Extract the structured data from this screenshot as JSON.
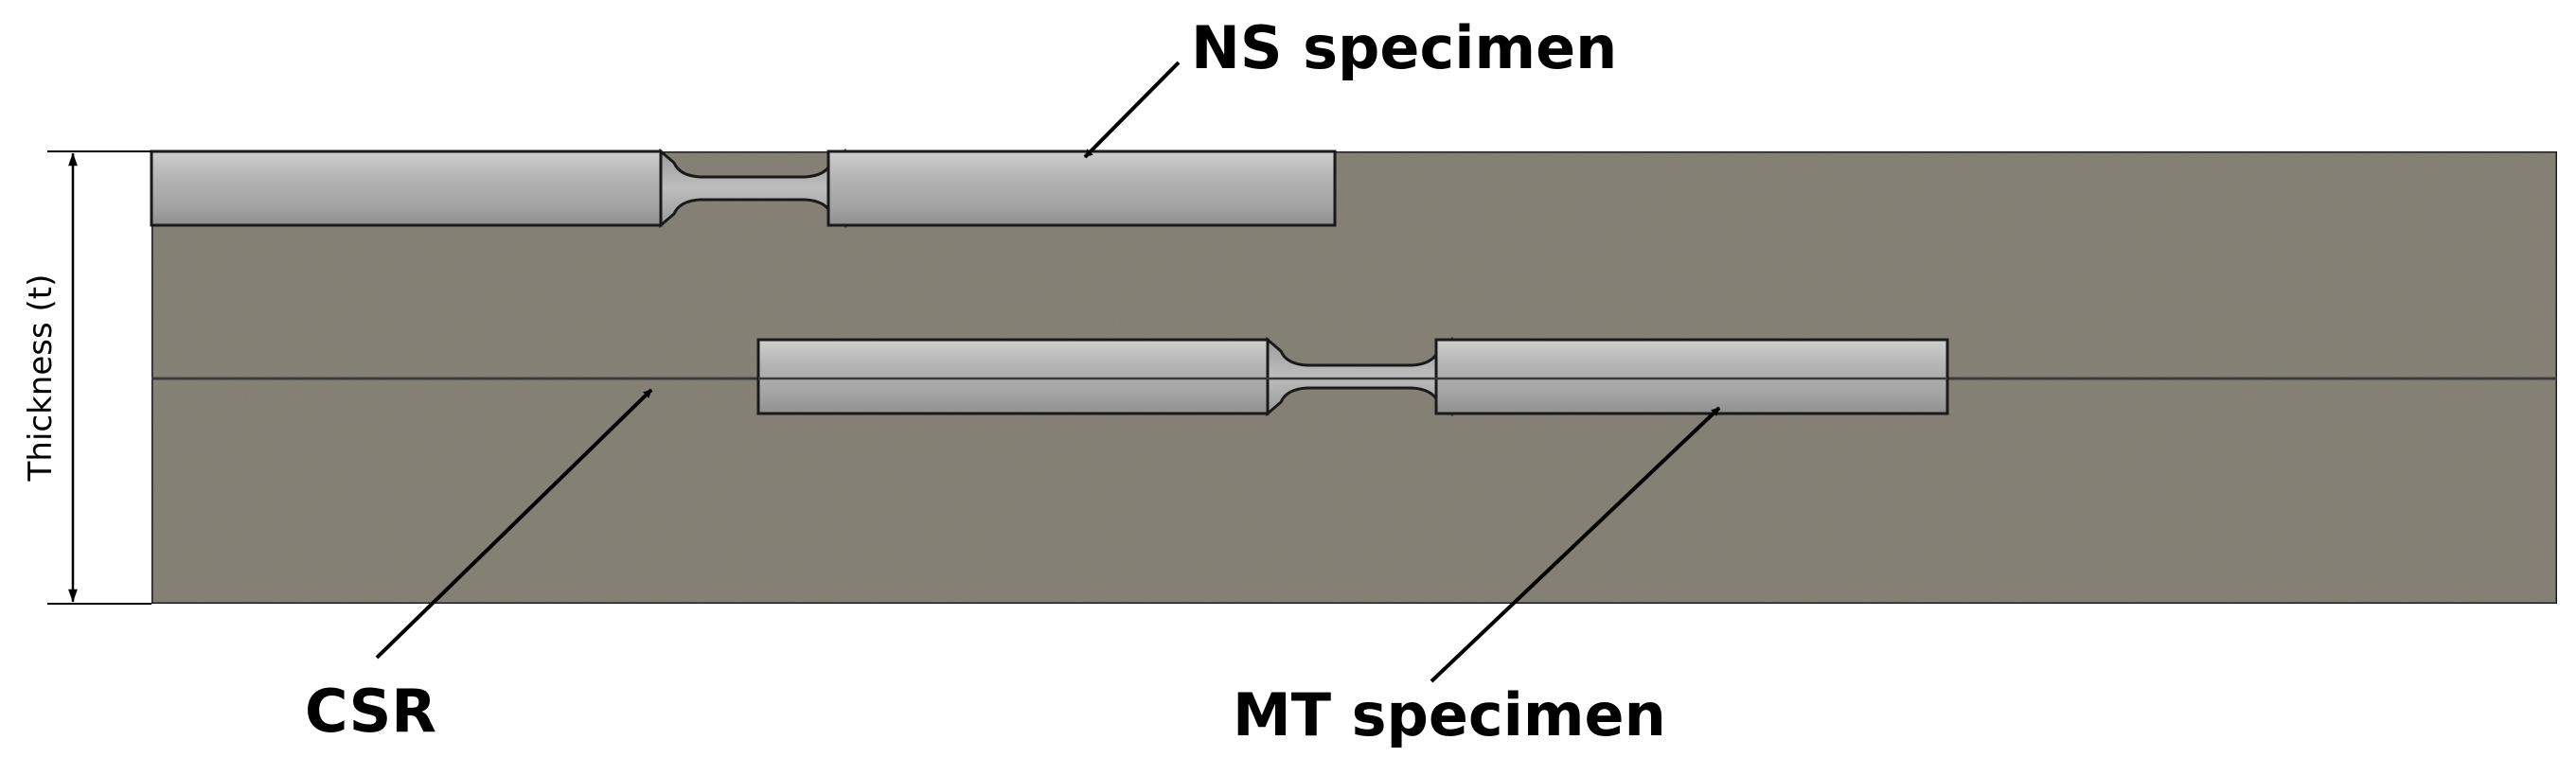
{
  "labels": {
    "ns_specimen": "NS specimen",
    "mt_specimen": "MT specimen",
    "csr": "CSR",
    "thickness": "Thickness (t)"
  },
  "colors": {
    "plate": "#8c877c",
    "plate_edge": "#2a2a2a",
    "specimen_light": "#d6d6d6",
    "specimen_mid": "#a9a9a9",
    "specimen_dark": "#8e8e8e",
    "arrow": "#000000"
  }
}
